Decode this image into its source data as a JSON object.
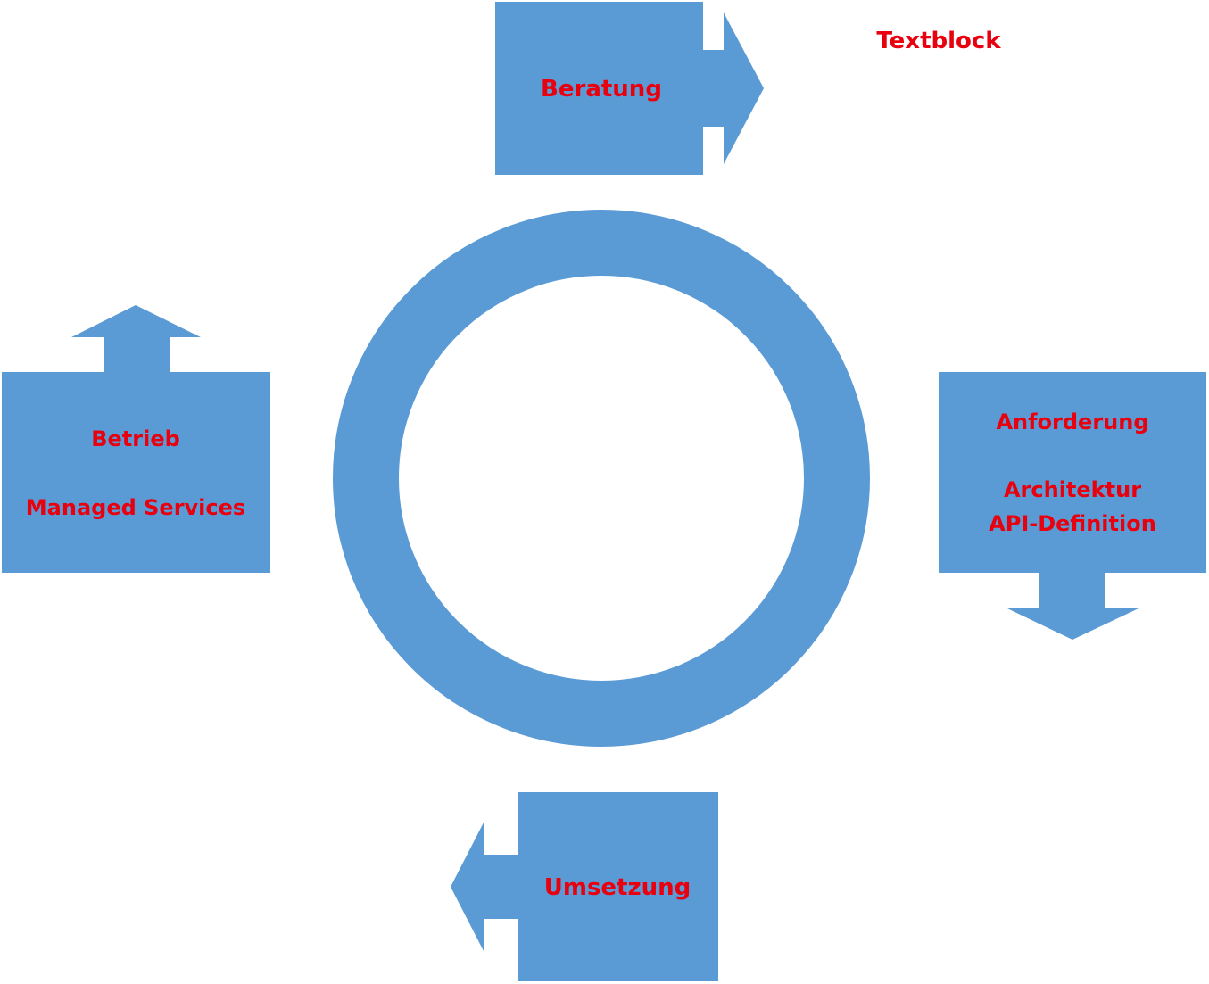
{
  "diagram": {
    "textblock": "Textblock",
    "steps": {
      "beratung": {
        "label": "Beratung"
      },
      "anforderung": {
        "line1": "Anforderung",
        "line2": "Architektur",
        "line3": "API-Definition"
      },
      "umsetzung": {
        "label": "Umsetzung"
      },
      "betrieb": {
        "line1": "Betrieb",
        "line2": "Managed Services"
      }
    }
  },
  "colors": {
    "shape_fill": "#5b9bd5",
    "label_text": "#e8000f",
    "background": "#ffffff"
  }
}
